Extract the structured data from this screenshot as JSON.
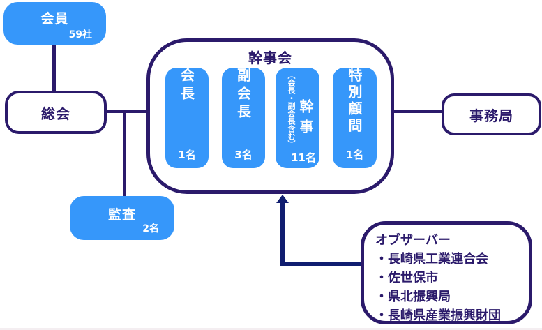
{
  "colors": {
    "blue": "#3697FA",
    "navy": "#2B1A6B",
    "arrow": "#101D70"
  },
  "nodes": {
    "member": {
      "label": "会員",
      "count": "59社"
    },
    "general_meeting": {
      "label": "総会"
    },
    "audit": {
      "label": "監査",
      "count": "2名"
    },
    "secretariat": {
      "label": "事務局"
    },
    "executive_board": {
      "title": "幹事会",
      "positions": [
        {
          "label": "会長",
          "count": "1名"
        },
        {
          "label": "副会長",
          "count": "3名"
        },
        {
          "label": "幹事",
          "note": "（会長・副会長含む）",
          "count": "11名"
        },
        {
          "label": "特別顧問",
          "count": "1名"
        }
      ]
    },
    "observer": {
      "title": "オブザーバー",
      "items": [
        "・長崎県工業連合会",
        "・佐世保市",
        "・県北振興局",
        "・長崎県産業振興財団"
      ]
    }
  }
}
